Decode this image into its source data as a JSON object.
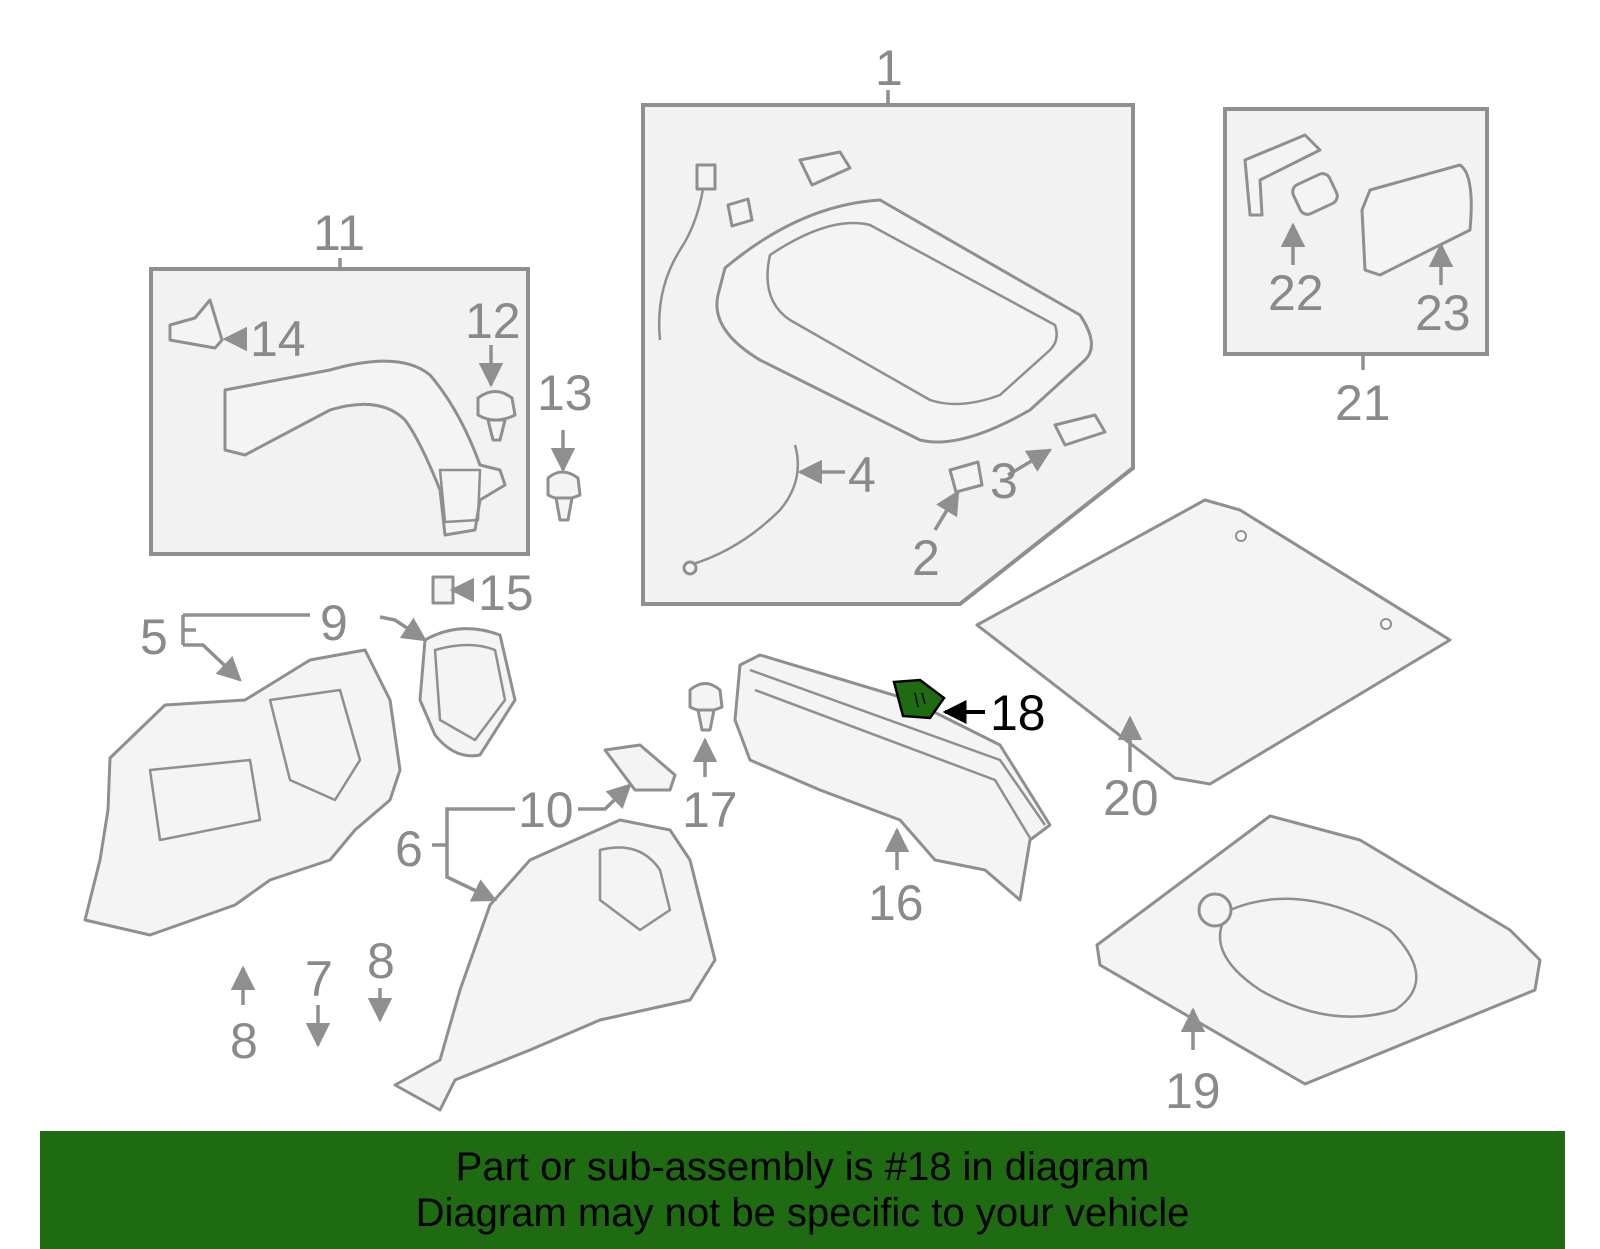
{
  "diagram": {
    "callouts": [
      "1",
      "2",
      "3",
      "4",
      "5",
      "6",
      "7",
      "8",
      "8",
      "9",
      "10",
      "11",
      "12",
      "13",
      "14",
      "15",
      "16",
      "17",
      "18",
      "19",
      "20",
      "21",
      "22",
      "23"
    ],
    "highlighted_part": "18",
    "highlight_color": "#1e6b12",
    "line_color": "#8f8f8f"
  },
  "banner": {
    "line1": "Part or sub-assembly is #18 in diagram",
    "line2": "Diagram may not be specific to your vehicle",
    "background": "#1e6b12"
  }
}
